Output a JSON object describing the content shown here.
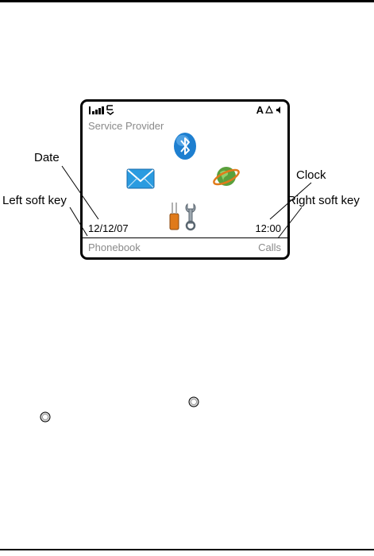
{
  "screen": {
    "status": {
      "mode_letter": "A"
    },
    "provider": "Service Provider",
    "date": "12/12/07",
    "clock": "12:00",
    "left_softkey": "Phonebook",
    "right_softkey": "Calls",
    "icons": [
      "bluetooth-icon",
      "message-icon",
      "web-browser-icon",
      "settings-tools-icon"
    ]
  },
  "callouts": {
    "date": "Date",
    "left_soft_key": "Left soft key",
    "clock": "Clock",
    "right_soft_key": "Right soft key"
  },
  "colors": {
    "provider_text": "#8a8a8a",
    "bluetooth": "#1e7fd0",
    "mail": "#2a9be0",
    "browser": "#5aa03c",
    "tools": "#e07a1a"
  }
}
